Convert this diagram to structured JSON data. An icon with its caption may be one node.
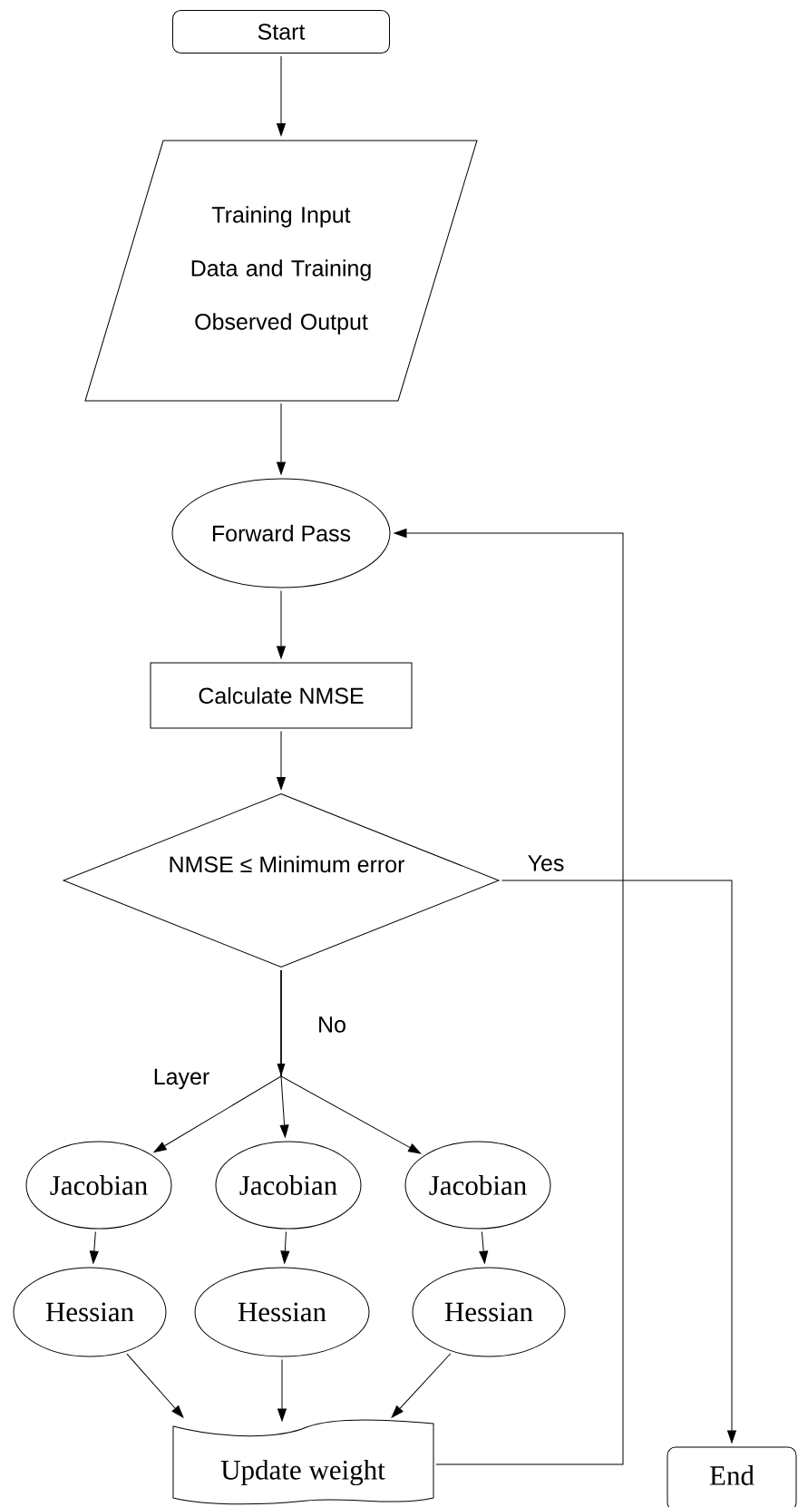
{
  "diagram": {
    "nodes": [
      {
        "text": [
          "Start"
        ]
      },
      {
        "text": [
          "Training Input Data and Training Observed Output"
        ]
      },
      {
        "text": [
          "Forward Pass"
        ]
      },
      {
        "text": [
          "Calculate NMSE"
        ]
      },
      {
        "text": [
          "NMSE ≤ Minimum error"
        ]
      },
      {
        "text": [
          "Jacobian"
        ]
      },
      {
        "text": [
          "Jacobian"
        ]
      },
      {
        "text": [
          "Jacobian"
        ]
      },
      {
        "text": [
          "Hessian"
        ]
      },
      {
        "text": [
          "Hessian"
        ]
      },
      {
        "text": [
          "Hessian"
        ]
      },
      {
        "text": [
          "Update weight"
        ]
      },
      {
        "text": [
          "End"
        ]
      }
    ],
    "edges": [
      {
        "from": 0,
        "to": 1,
        "arrow": "to"
      },
      {
        "from": 1,
        "to": 2,
        "arrow": "to"
      },
      {
        "from": 2,
        "to": 3,
        "arrow": "to"
      },
      {
        "from": 3,
        "to": 4,
        "arrow": "to"
      },
      {
        "from": 4,
        "to": 12,
        "arrow": "to",
        "label": "Yes"
      },
      {
        "from": 4,
        "to": 5,
        "arrow": "to",
        "label": "No"
      },
      {
        "from": 4,
        "to": 6,
        "arrow": "to"
      },
      {
        "from": 4,
        "to": 7,
        "arrow": "to"
      },
      {
        "from": 5,
        "to": 8,
        "arrow": "to"
      },
      {
        "from": 6,
        "to": 9,
        "arrow": "to"
      },
      {
        "from": 7,
        "to": 10,
        "arrow": "to"
      },
      {
        "from": 8,
        "to": 11,
        "arrow": "to"
      },
      {
        "from": 9,
        "to": 11,
        "arrow": "to"
      },
      {
        "from": 10,
        "to": 11,
        "arrow": "to"
      },
      {
        "from": 11,
        "to": 2,
        "arrow": "to"
      }
    ],
    "labels": [
      "Layer"
    ]
  }
}
